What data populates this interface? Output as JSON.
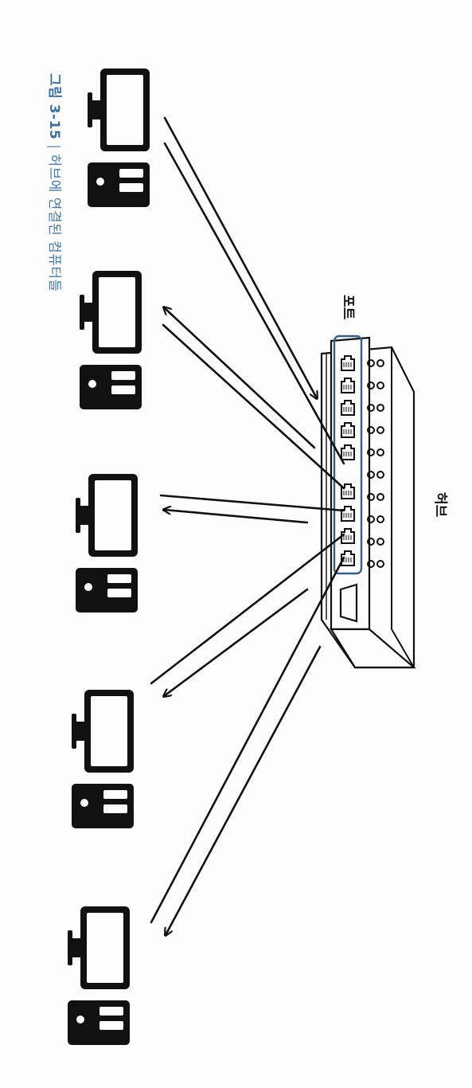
{
  "caption": {
    "number": "그림 3-15",
    "separator": "|",
    "text": "허브에 연결된 컴퓨터들"
  },
  "labels": {
    "port": "포트",
    "hub": "허브"
  },
  "colors": {
    "caption": "#3f6f98",
    "port_highlight": "#3b5f7e",
    "ink": "#111111"
  },
  "icons": [
    "computer-icon",
    "hub-device",
    "rj45-port-icon",
    "arrow"
  ]
}
